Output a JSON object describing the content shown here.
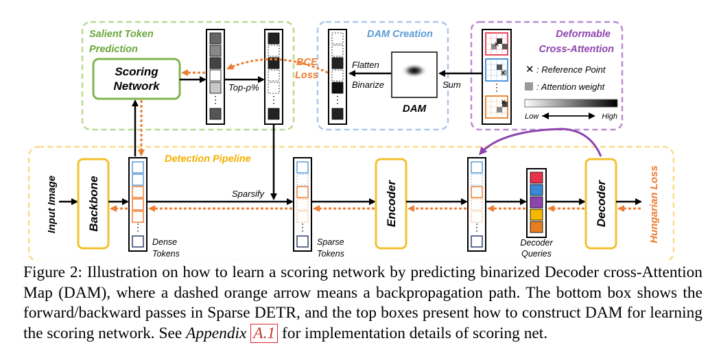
{
  "diagram": {
    "salient_title_1": "Salient Token",
    "salient_title_2": "Prediction",
    "scoring_1": "Scoring",
    "scoring_2": "Network",
    "top_rho": "Top-ρ%",
    "bce_1": "BCE",
    "bce_2": "Loss",
    "dam_creation": "DAM Creation",
    "flatten": "Flatten",
    "binarize": "Binarize",
    "dam": "DAM",
    "sum": "Sum",
    "deform_1": "Deformable",
    "deform_2": "Cross-Attention",
    "ref_point": ": Reference Point",
    "attn_weight": ": Attention weight",
    "low": "Low",
    "high": "High",
    "pipeline": "Detection Pipeline",
    "input_image": "Input Image",
    "backbone": "Backbone",
    "sparsify": "Sparsify",
    "encoder": "Encoder",
    "decoder": "Decoder",
    "hungarian": "Hungarian Loss",
    "dense_1": "Dense",
    "dense_2": "Tokens",
    "sparse_1": "Sparse",
    "sparse_2": "Tokens",
    "dq_1": "Decoder",
    "dq_2": "Queries",
    "dots": "⋮"
  },
  "colors": {
    "green": "#8bbf5a",
    "green_text": "#6aa63a",
    "blue": "#8fb7e0",
    "blue_text": "#5b9bd5",
    "purple": "#8e44ad",
    "orange": "#ed7d31",
    "yellow": "#f2c12e",
    "token_blue": "#5b9bd5",
    "token_orange": "#ed7d31",
    "token_navy": "#2f3e6e",
    "query_colors": [
      "#e8334a",
      "#3a87d6",
      "#8e44ad",
      "#f5b800",
      "#e67e22"
    ]
  },
  "caption": {
    "p1": "Figure 2: Illustration on how to learn a scoring network by predicting binarized Decoder cross-Attention Map (DAM), where a dashed orange arrow means a backpropagation path. The bottom box shows the forward/backward passes in Sparse DETR, and the top boxes present how to construct DAM for learning the scoring network. See ",
    "appendix": "Appendix",
    "ref": "A.1",
    "p2": " for implementation details of scoring net."
  }
}
